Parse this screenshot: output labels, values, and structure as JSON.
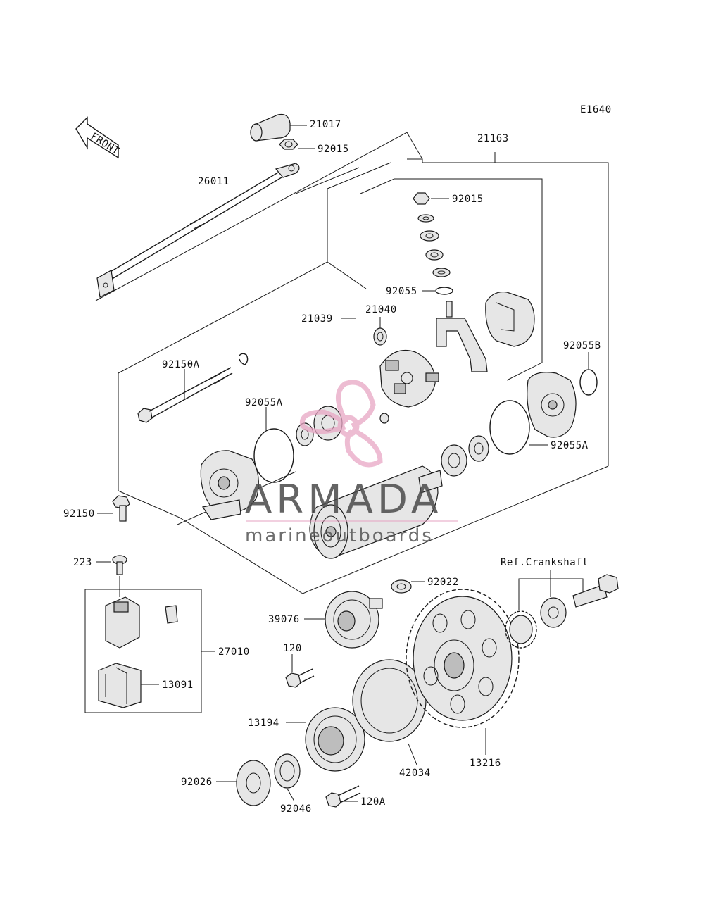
{
  "diagram": {
    "code": "E1640",
    "front_label": "FRONT",
    "ref_note": "Ref.Crankshaft",
    "parts": [
      {
        "id": "p21017",
        "number": "21017"
      },
      {
        "id": "p92015a",
        "number": "92015"
      },
      {
        "id": "p21163",
        "number": "21163"
      },
      {
        "id": "p26011",
        "number": "26011"
      },
      {
        "id": "p92015b",
        "number": "92015"
      },
      {
        "id": "p92055",
        "number": "92055"
      },
      {
        "id": "p21039",
        "number": "21039"
      },
      {
        "id": "p21040",
        "number": "21040"
      },
      {
        "id": "p92055B",
        "number": "92055B"
      },
      {
        "id": "p92150A",
        "number": "92150A"
      },
      {
        "id": "p92055A_l",
        "number": "92055A"
      },
      {
        "id": "p92055A_r",
        "number": "92055A"
      },
      {
        "id": "p92150",
        "number": "92150"
      },
      {
        "id": "p223",
        "number": "223"
      },
      {
        "id": "p92022",
        "number": "92022"
      },
      {
        "id": "p39076",
        "number": "39076"
      },
      {
        "id": "p27010",
        "number": "27010"
      },
      {
        "id": "p120",
        "number": "120"
      },
      {
        "id": "p13091",
        "number": "13091"
      },
      {
        "id": "p13194",
        "number": "13194"
      },
      {
        "id": "p42034",
        "number": "42034"
      },
      {
        "id": "p13216",
        "number": "13216"
      },
      {
        "id": "p92026",
        "number": "92026"
      },
      {
        "id": "p92046",
        "number": "92046"
      },
      {
        "id": "p120A",
        "number": "120A"
      }
    ]
  },
  "watermark": {
    "title": "ARMADA",
    "subtitle": "marineoutboards",
    "logo_color": "#e8a6c4"
  }
}
